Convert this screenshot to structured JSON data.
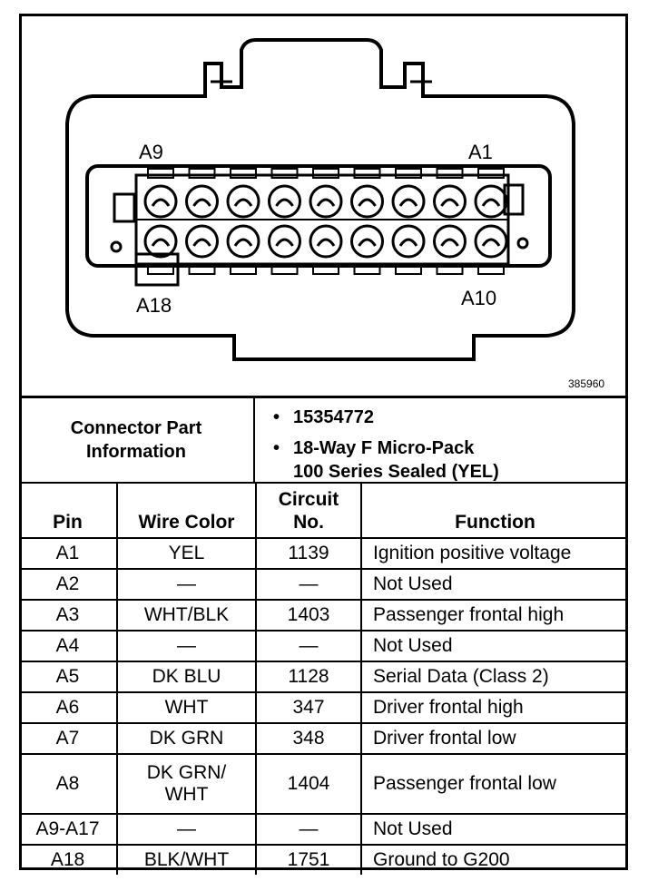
{
  "diagram": {
    "pin_labels": {
      "top_left": "A9",
      "top_right": "A1",
      "bottom_left": "A18",
      "bottom_right": "A10"
    },
    "figure_number": "385960",
    "pin_count": 18
  },
  "connector_info": {
    "label_line1": "Connector Part",
    "label_line2": "Information",
    "part_number": "15354772",
    "description_line1": "18-Way F Micro-Pack",
    "description_line2": "100 Series Sealed (YEL)"
  },
  "table": {
    "headers": {
      "pin": "Pin",
      "wire_color": "Wire Color",
      "circuit_line1": "Circuit",
      "circuit_line2": "No.",
      "function": "Function"
    },
    "rows": [
      {
        "pin": "A1",
        "wire_color": "YEL",
        "circuit": "1139",
        "function": "Ignition positive voltage"
      },
      {
        "pin": "A2",
        "wire_color": "—",
        "circuit": "—",
        "function": "Not Used"
      },
      {
        "pin": "A3",
        "wire_color": "WHT/BLK",
        "circuit": "1403",
        "function": "Passenger frontal high"
      },
      {
        "pin": "A4",
        "wire_color": "—",
        "circuit": "—",
        "function": "Not Used"
      },
      {
        "pin": "A5",
        "wire_color": "DK BLU",
        "circuit": "1128",
        "function": "Serial Data (Class 2)"
      },
      {
        "pin": "A6",
        "wire_color": "WHT",
        "circuit": "347",
        "function": "Driver frontal high"
      },
      {
        "pin": "A7",
        "wire_color": "DK GRN",
        "circuit": "348",
        "function": "Driver frontal low"
      },
      {
        "pin": "A8",
        "wire_color_line1": "DK GRN/",
        "wire_color_line2": "WHT",
        "circuit": "1404",
        "function": "Passenger frontal low"
      },
      {
        "pin": "A9-A17",
        "wire_color": "—",
        "circuit": "—",
        "function": "Not Used"
      },
      {
        "pin": "A18",
        "wire_color": "BLK/WHT",
        "circuit": "1751",
        "function": "Ground to G200"
      }
    ]
  }
}
